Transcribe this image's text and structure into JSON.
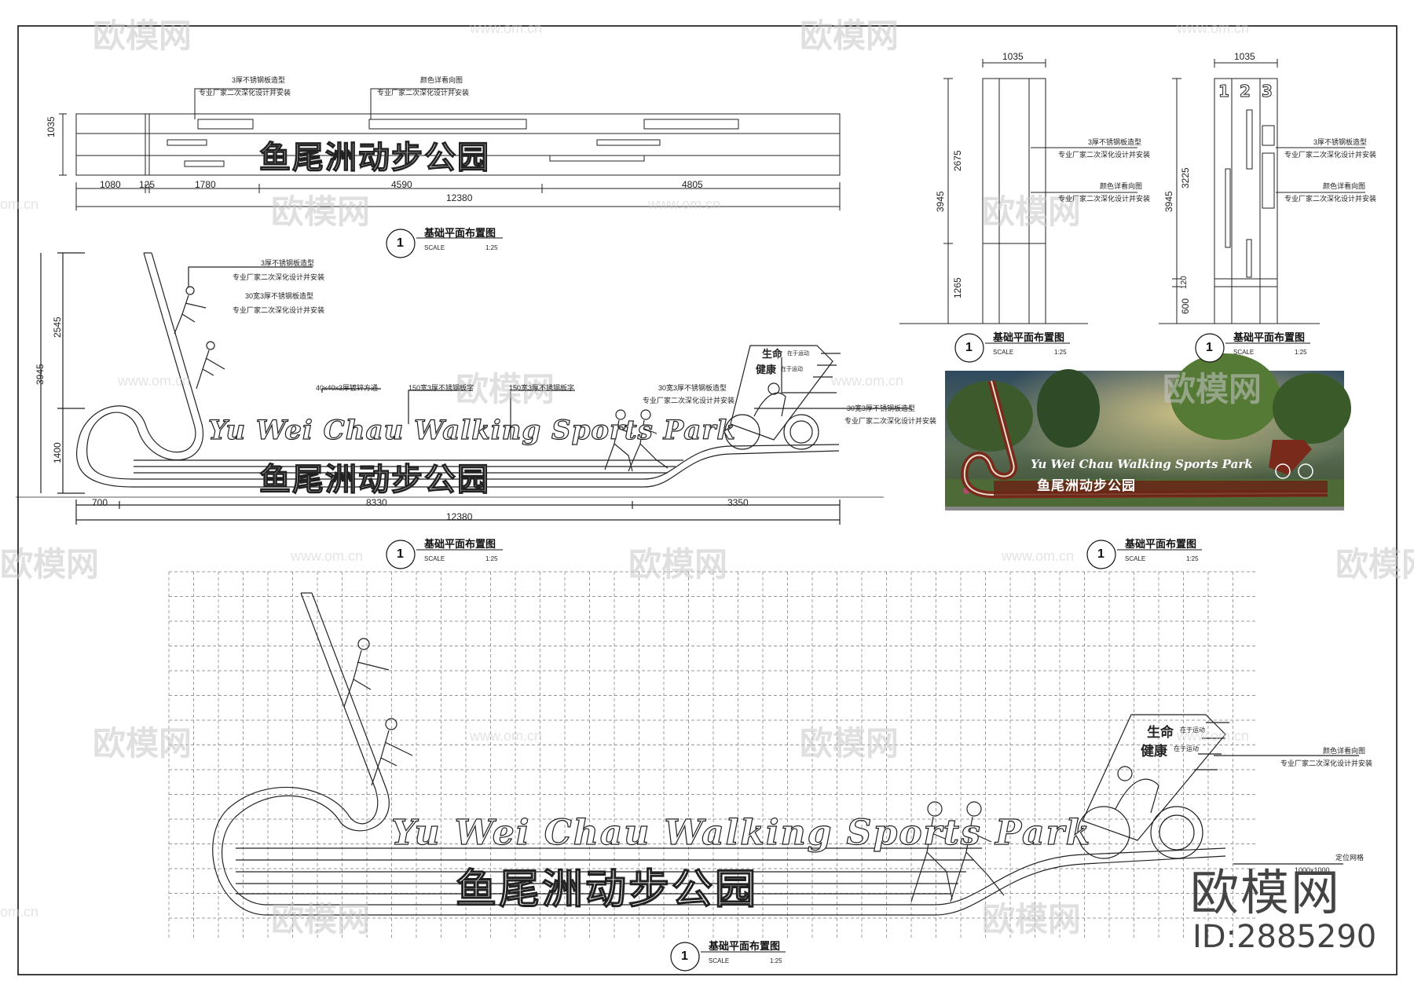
{
  "watermark": {
    "logo": "欧模网",
    "url": "www.om.cn",
    "url_short": "om.cn"
  },
  "brand": {
    "name": "欧模网",
    "id": "ID:2885290"
  },
  "notes": {
    "steel_3mm": "3厚不锈钢板造型",
    "factory": "专业厂家二次深化设计并安装",
    "color": "颜色详看向图",
    "square_tube": "40x40x3厚镀锌方通",
    "steel_word_150": "150宽3厚不锈钢板字",
    "steel_30": "30宽3厚不锈钢板造型",
    "factory_short": "专业厂家二次深化设计并安装"
  },
  "plan_top": {
    "dims_top": [
      "1080",
      "125",
      "1780",
      "4590",
      "4805"
    ],
    "total": "12380",
    "height": "1035",
    "sign_text": "鱼尾洲动步公园"
  },
  "elevation": {
    "dims_left": [
      "2545",
      "1400"
    ],
    "total_height": "3945",
    "dims_bottom": [
      "700",
      "8330",
      "3350"
    ],
    "total": "12380",
    "english": "Yu Wei Chau Walking Sports Park",
    "chinese": "鱼尾洲动步公园",
    "slogan_1": "生命",
    "slogan_1b": "在于运动",
    "slogan_2": "健康",
    "slogan_2b": "在于运动"
  },
  "side_a": {
    "width": "1035",
    "height": "3945",
    "upper": "2675",
    "lower": "1265"
  },
  "side_b": {
    "width": "1035",
    "height": "3945",
    "upper": "3225",
    "mid": "120",
    "lower": "600",
    "numbers": [
      "1",
      "2",
      "3"
    ]
  },
  "titles": {
    "label": "基础平面布置图",
    "number": "1",
    "scale_label": "SCALE",
    "scale_value": "1:25"
  },
  "grid_note": {
    "label": "定位网格",
    "value": "1000x1000"
  }
}
